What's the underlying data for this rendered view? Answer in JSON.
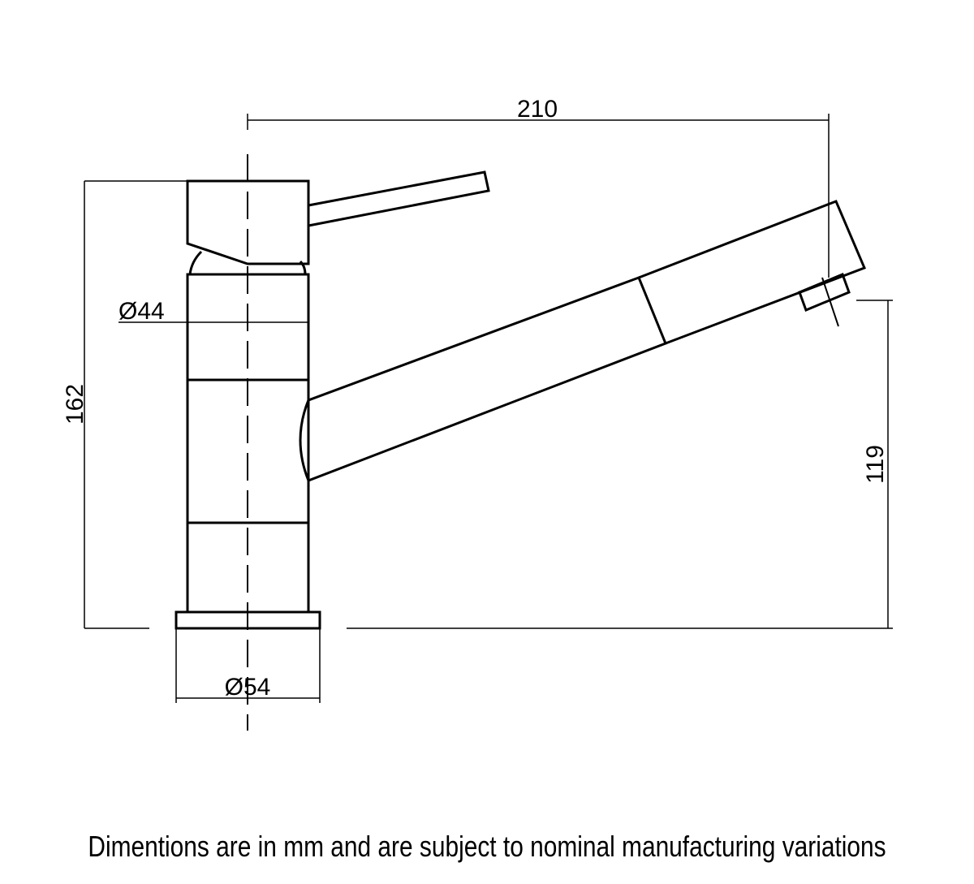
{
  "dimensions": {
    "spout_reach": "210",
    "body_diameter": "Ø44",
    "overall_height": "162",
    "base_diameter": "Ø54",
    "outlet_height": "119"
  },
  "note": "Dimentions are in mm and are subject to nominal manufacturing variations",
  "colors": {
    "line": "#000000",
    "background": "#ffffff"
  }
}
